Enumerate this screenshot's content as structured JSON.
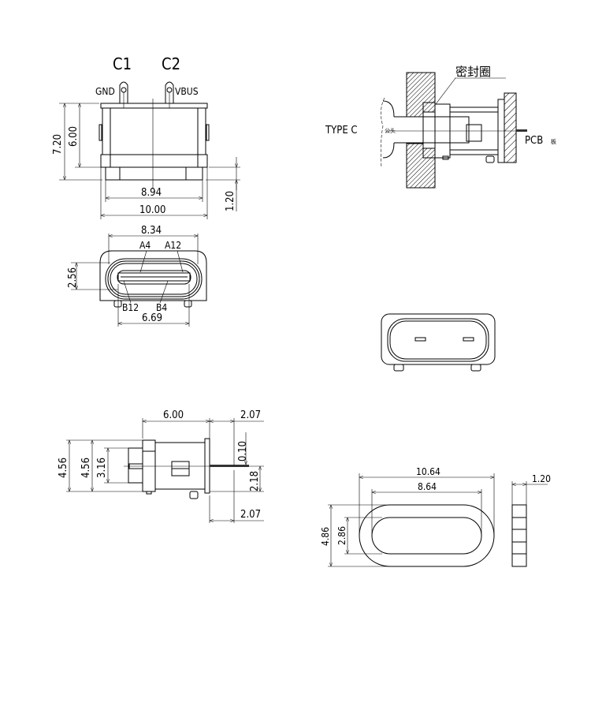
{
  "front_view": {
    "pin_labels": {
      "c1": "C1",
      "c2": "C2",
      "gnd": "GND",
      "vbus": "VBUS"
    },
    "dims": {
      "height_total": "7.20",
      "height_body": "6.00",
      "width_inner": "8.94",
      "width_total": "10.00",
      "flange": "1.20"
    }
  },
  "plug_face_view": {
    "dims": {
      "width_top": "8.34",
      "height": "2.56",
      "width_bottom": "6.69"
    },
    "pin_labels": {
      "a4": "A4",
      "a12": "A12",
      "b12": "B12",
      "b4": "B4"
    }
  },
  "side_view": {
    "dims": {
      "length": "6.00",
      "top_offset": "2.07",
      "pin_thickness": "0.10",
      "pin_height": "2.18",
      "bottom_offset": "2.07",
      "height_outer": "4.56",
      "height_inner": "4.56",
      "plug_height": "3.16"
    }
  },
  "assembly_view": {
    "seal_label": "密封圈",
    "type_c_label": "TYPE C",
    "male_label": "公头",
    "pcb_label": "PCB",
    "pcb_suffix": "板"
  },
  "seal_ring_view": {
    "dims": {
      "outer_width": "10.64",
      "inner_width": "8.64",
      "outer_height": "4.86",
      "inner_height": "2.86",
      "thickness": "1.20"
    }
  }
}
